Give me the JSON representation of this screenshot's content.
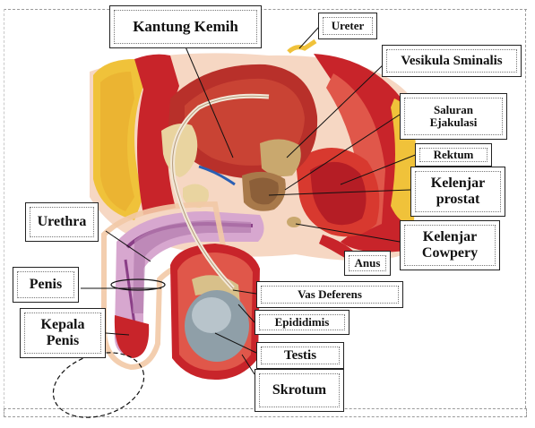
{
  "labels": {
    "kantung_kemih": "Kantung Kemih",
    "ureter": "Ureter",
    "vesikula": "Vesikula Sminalis",
    "saluran_line1": "Saluran",
    "saluran_line2": "Ejakulasi",
    "rektum": "Rektum",
    "prostat_line1": "Kelenjar",
    "prostat_line2": "prostat",
    "urethra": "Urethra",
    "cowpery_line1": "Kelenjar",
    "cowpery_line2": "Cowpery",
    "anus": "Anus",
    "penis": "Penis",
    "vas_deferens": "Vas Deferens",
    "kepala_line1": "Kepala",
    "kepala_line2": "Penis",
    "epididimis": "Epididimis",
    "testis": "Testis",
    "skrotum": "Skrotum"
  },
  "colors": {
    "muscle": "#c8242a",
    "muscle_light": "#e0574a",
    "fat": "#f0c23a",
    "skin": "#f2c9a6",
    "shaft": "#b57fb0",
    "testis": "#8f9fa8",
    "bone": "#e9d4a0",
    "nerve": "#2b5fb3"
  }
}
